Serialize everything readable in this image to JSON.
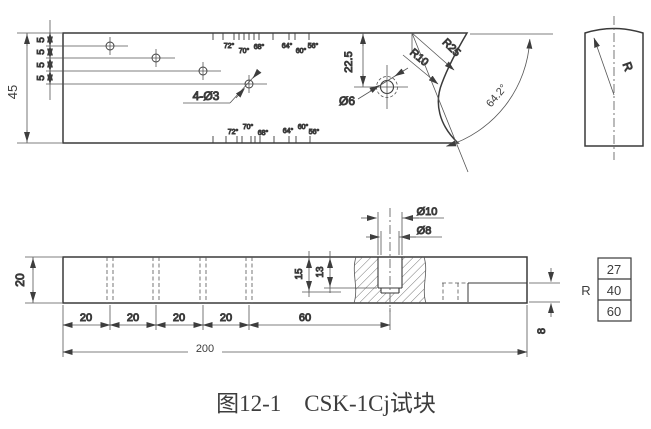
{
  "caption": "图12-1　CSK-1Cj试块",
  "colors": {
    "outline": "#3a3a3a",
    "dim": "#555555",
    "dim_text": "#3d3d3d",
    "caption": "#2166b8",
    "background": "#ffffff"
  },
  "top_view": {
    "width_dim": "45",
    "spacing_dims": [
      "5",
      "5",
      "5",
      "5"
    ],
    "holes_label": "4-Ø3",
    "center_hole_label": "Ø6",
    "hole_offset_dim": "22.5",
    "radius_large": "R25",
    "radius_small": "R10",
    "arc_angle_dim": "64.2°",
    "angle_labels_top": [
      "72°",
      "70°",
      "68°",
      "64°",
      "60°",
      "56°"
    ],
    "angle_labels_bottom": [
      "72°",
      "70°",
      "68°",
      "64°",
      "60°",
      "56°"
    ]
  },
  "side_view": {
    "radius_label": "R"
  },
  "front_view": {
    "height_dim": "20",
    "spacing_dims": [
      "20",
      "20",
      "20",
      "20"
    ],
    "hole_offset_dim": "60",
    "length_dim": "200",
    "cbore_dia": "Ø10",
    "hole_dia": "Ø8",
    "depth_outer": "15",
    "depth_inner": "13",
    "step_dim": "8"
  },
  "radius_table": {
    "label": "R",
    "values": [
      "27",
      "40",
      "60"
    ]
  }
}
